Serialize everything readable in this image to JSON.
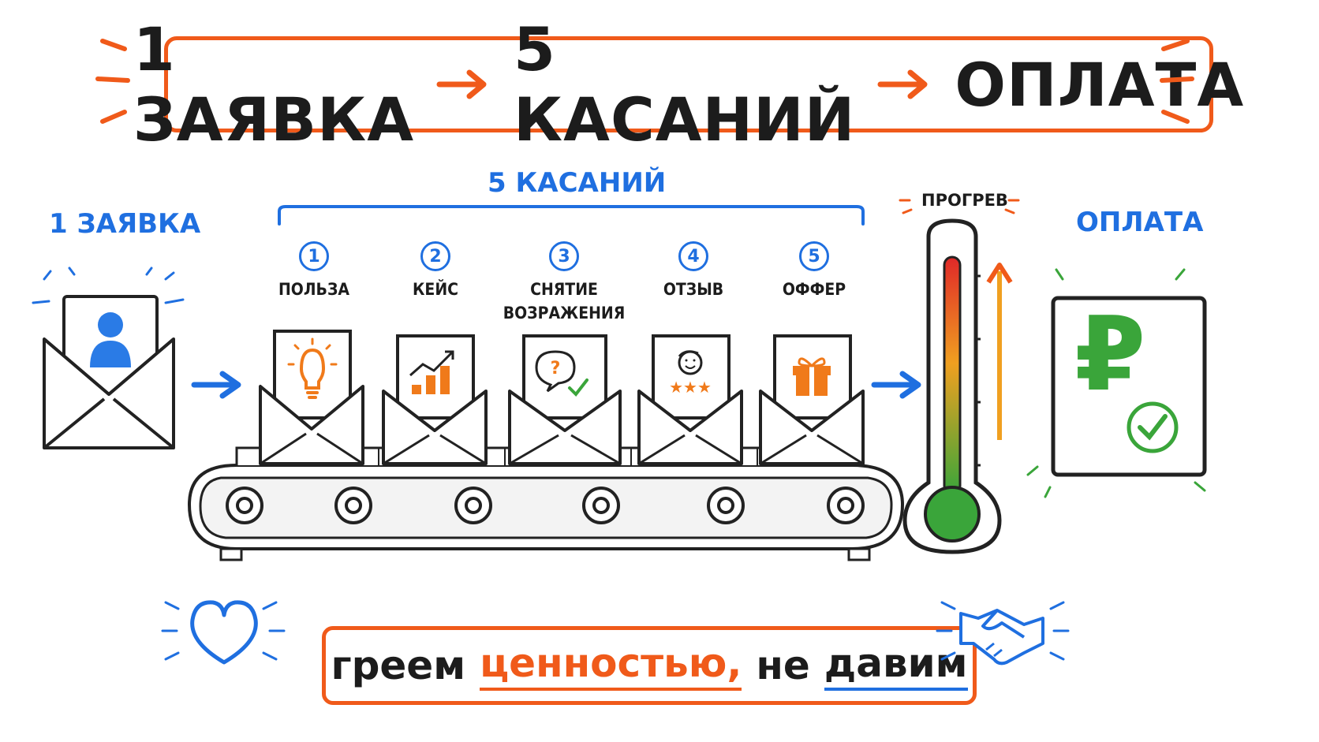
{
  "header": {
    "part1": "1 ЗАЯВКА",
    "part2": "5 КАСАНИЙ",
    "part3": "ОПЛАТА"
  },
  "lead_label": "1 ЗАЯВКА",
  "touches_label": "5 КАСАНИЙ",
  "steps": [
    {
      "num": "1",
      "label": "ПОЛЬЗА",
      "icon": "lightbulb-icon"
    },
    {
      "num": "2",
      "label": "КЕЙС",
      "icon": "chart-growth-icon"
    },
    {
      "num": "3",
      "label": "СНЯТИЕ",
      "label2": "ВОЗРАЖЕНИЯ",
      "icon": "question-check-icon"
    },
    {
      "num": "4",
      "label": "ОТЗЫВ",
      "icon": "person-stars-icon"
    },
    {
      "num": "5",
      "label": "ОФФЕР",
      "icon": "gift-icon"
    }
  ],
  "thermometer_label": "ПРОГРЕВ",
  "payment_label": "ОПЛАТА",
  "payment_symbol": "₽",
  "footer": {
    "word1": "греем",
    "word2": "ценностью,",
    "word3": "не",
    "word4": "давим"
  },
  "colors": {
    "blue": "#1f6fe0",
    "orange": "#f05a1a",
    "green": "#3aa53a",
    "red": "#e03020"
  }
}
